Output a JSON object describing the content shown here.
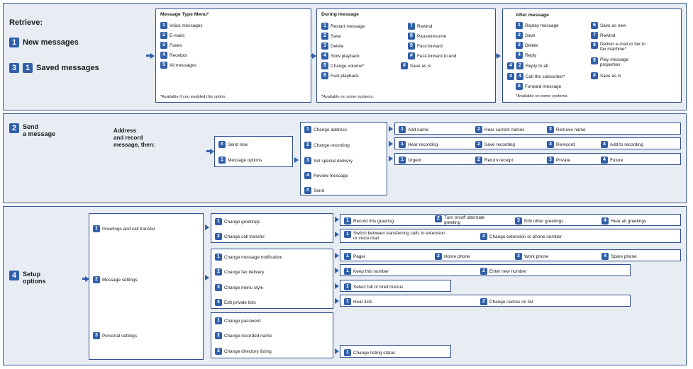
{
  "retrieve": {
    "title": "Retrieve:",
    "new_key": "1",
    "new_label": "New messages",
    "saved_key1": "3",
    "saved_key2": "1",
    "saved_label": "Saved messages",
    "type_menu": {
      "header": "Message Type Menu*",
      "items": [
        {
          "key": "1",
          "label": "Voice messages"
        },
        {
          "key": "2",
          "label": "E-mails"
        },
        {
          "key": "3",
          "label": "Faxes"
        },
        {
          "key": "4",
          "label": "Receipts"
        },
        {
          "key": "5",
          "label": "All messages"
        }
      ],
      "note": "*Available if you enabled this option."
    },
    "during": {
      "header": "During message",
      "left": [
        {
          "key": "1",
          "label": "Restart message"
        },
        {
          "key": "2",
          "label": "Save"
        },
        {
          "key": "3",
          "label": "Delete"
        },
        {
          "key": "4",
          "label": "Slow playback"
        },
        {
          "key": "5",
          "label": "Change volume*"
        },
        {
          "key": "6",
          "label": "Fast playback"
        }
      ],
      "right": [
        {
          "key": "7",
          "label": "Rewind"
        },
        {
          "key": "8",
          "label": "Pause/resume"
        },
        {
          "key": "9",
          "label": "Fast-forward"
        },
        {
          "key": "#",
          "label": "Fast-forward to end"
        },
        {
          "key": "#",
          "label": "Save as is"
        }
      ],
      "note": "*Available on some systems."
    },
    "after": {
      "header": "After message",
      "left": [
        {
          "key": "1",
          "label": "Replay message"
        },
        {
          "key": "2",
          "label": "Save"
        },
        {
          "key": "3",
          "label": "Delete"
        },
        {
          "key": "4",
          "label": "Reply"
        },
        {
          "key": "4",
          "key2": "2",
          "label": "Reply to all"
        },
        {
          "key": "4",
          "key2": "4",
          "label": "Call the subscriber*"
        },
        {
          "key": "6",
          "label": "Forward message"
        }
      ],
      "right": [
        {
          "key": "6",
          "label": "Save as new"
        },
        {
          "key": "7",
          "label": "Rewind"
        },
        {
          "key": "8",
          "label": "Deliver e-mail or fax to fax machine*"
        },
        {
          "key": "9",
          "label": "Play message properties"
        },
        {
          "key": "#",
          "label": "Save as is"
        }
      ],
      "note": "*Available on some systems."
    }
  },
  "send": {
    "key": "2",
    "title_line1": "Send",
    "title_line2": "a message",
    "address_line1": "Address",
    "address_line2": "and record",
    "address_line3": "message, then:",
    "first_box": [
      {
        "key": "#",
        "label": "Send now"
      },
      {
        "key": "1",
        "label": "Message options"
      }
    ],
    "options": [
      {
        "key": "1",
        "label": "Change address"
      },
      {
        "key": "2",
        "label": "Change recording"
      },
      {
        "key": "3",
        "label": "Set special delivery"
      },
      {
        "key": "4",
        "label": "Review message"
      },
      {
        "key": "#",
        "label": "Send"
      }
    ],
    "address_row": [
      {
        "key": "1",
        "label": "Add name"
      },
      {
        "key": "2",
        "label": "Hear current names"
      },
      {
        "key": "3",
        "label": "Remove name"
      }
    ],
    "recording_row": [
      {
        "key": "1",
        "label": "Hear recording"
      },
      {
        "key": "2",
        "label": "Save recording"
      },
      {
        "key": "3",
        "label": "Rerecord"
      },
      {
        "key": "4",
        "label": "Add to recording"
      }
    ],
    "delivery_row": [
      {
        "key": "1",
        "label": "Urgent"
      },
      {
        "key": "2",
        "label": "Return receipt"
      },
      {
        "key": "3",
        "label": "Private"
      },
      {
        "key": "4",
        "label": "Future"
      }
    ]
  },
  "setup": {
    "key": "4",
    "title_line1": "Setup",
    "title_line2": "options",
    "main": [
      {
        "key": "1",
        "label": "Greetings and call transfer"
      },
      {
        "key": "2",
        "label": "Message settings"
      },
      {
        "key": "3",
        "label": "Personal settings"
      }
    ],
    "greetings_box": [
      {
        "key": "1",
        "label": "Change greetings"
      },
      {
        "key": "2",
        "label": "Change call transfer"
      }
    ],
    "greetings_row": [
      {
        "key": "1",
        "label": "Record this greeting"
      },
      {
        "key": "2",
        "label": "Turn on/off alternate greeting"
      },
      {
        "key": "3",
        "label": "Edit other greetings"
      },
      {
        "key": "4",
        "label": "Hear all greetings"
      }
    ],
    "transfer_row": [
      {
        "key": "1",
        "label": "Switch between transferring calls to extension or voice mail"
      },
      {
        "key": "2",
        "label": "Change extension or phone number"
      }
    ],
    "message_box": [
      {
        "key": "1",
        "label": "Change message notification"
      },
      {
        "key": "2",
        "label": "Change fax delivery"
      },
      {
        "key": "3",
        "label": "Change menu style"
      },
      {
        "key": "4",
        "label": "Edit private lists"
      }
    ],
    "notification_row": [
      {
        "key": "1",
        "label": "Pager"
      },
      {
        "key": "2",
        "label": "Home phone"
      },
      {
        "key": "3",
        "label": "Work phone"
      },
      {
        "key": "4",
        "label": "Spare phone"
      }
    ],
    "fax_row": [
      {
        "key": "1",
        "label": "Keep this number"
      },
      {
        "key": "2",
        "label": "Enter new number"
      }
    ],
    "menu_row": [
      {
        "key": "1",
        "label": "Select full or brief menus"
      }
    ],
    "lists_row": [
      {
        "key": "1",
        "label": "Hear lists"
      },
      {
        "key": "2",
        "label": "Change names on list"
      }
    ],
    "personal_box": [
      {
        "key": "1",
        "label": "Change password"
      },
      {
        "key": "2",
        "label": "Change recorded name"
      },
      {
        "key": "3",
        "label": "Change directory listing"
      }
    ],
    "directory_row": [
      {
        "key": "1",
        "label": "Change listing status"
      }
    ]
  }
}
